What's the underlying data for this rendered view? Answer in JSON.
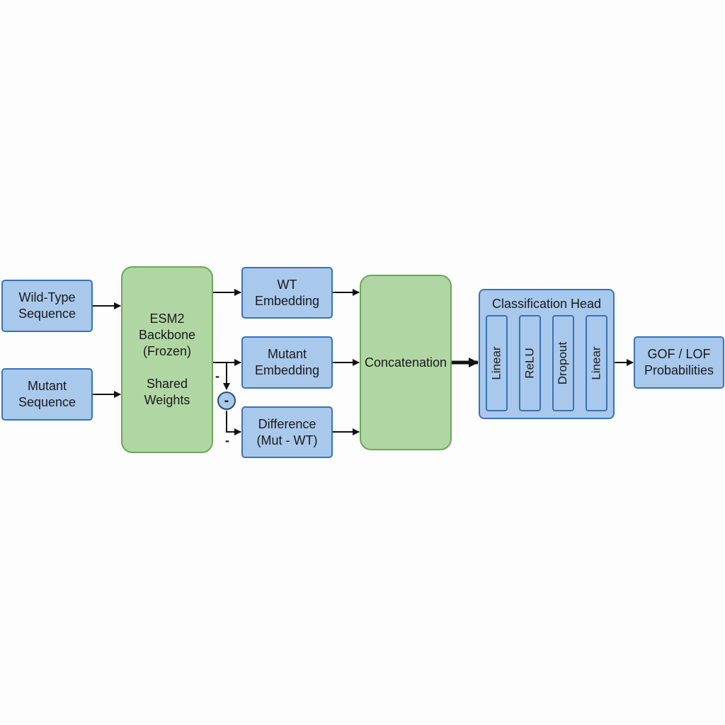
{
  "nodes": {
    "wild_type_sequence": [
      "Wild-Type",
      "Sequence"
    ],
    "mutant_sequence": [
      "Mutant",
      "Sequence"
    ],
    "esm2_backbone": [
      "ESM2",
      "Backbone",
      "(Frozen)"
    ],
    "esm2_shared": [
      "Shared",
      "Weights"
    ],
    "wt_embedding": [
      "WT",
      "Embedding"
    ],
    "mutant_embedding": [
      "Mutant",
      "Embedding"
    ],
    "difference": [
      "Difference",
      "(Mut - WT)"
    ],
    "concatenation": "Concatenation",
    "classification_head": {
      "title": "Classification Head",
      "layers": [
        "Linear",
        "ReLU",
        "Dropout",
        "Linear"
      ]
    },
    "output": [
      "GOF / LOF",
      "Probabilities"
    ]
  },
  "operators": {
    "subtract_symbol": "-",
    "minus_label_top": "-",
    "minus_label_bottom": "-"
  },
  "colors": {
    "blue_fill": "#a8c8ec",
    "blue_border": "#3b72b0",
    "green_fill": "#b0d6a4",
    "green_border": "#6aa75a",
    "arrow": "#111111"
  }
}
